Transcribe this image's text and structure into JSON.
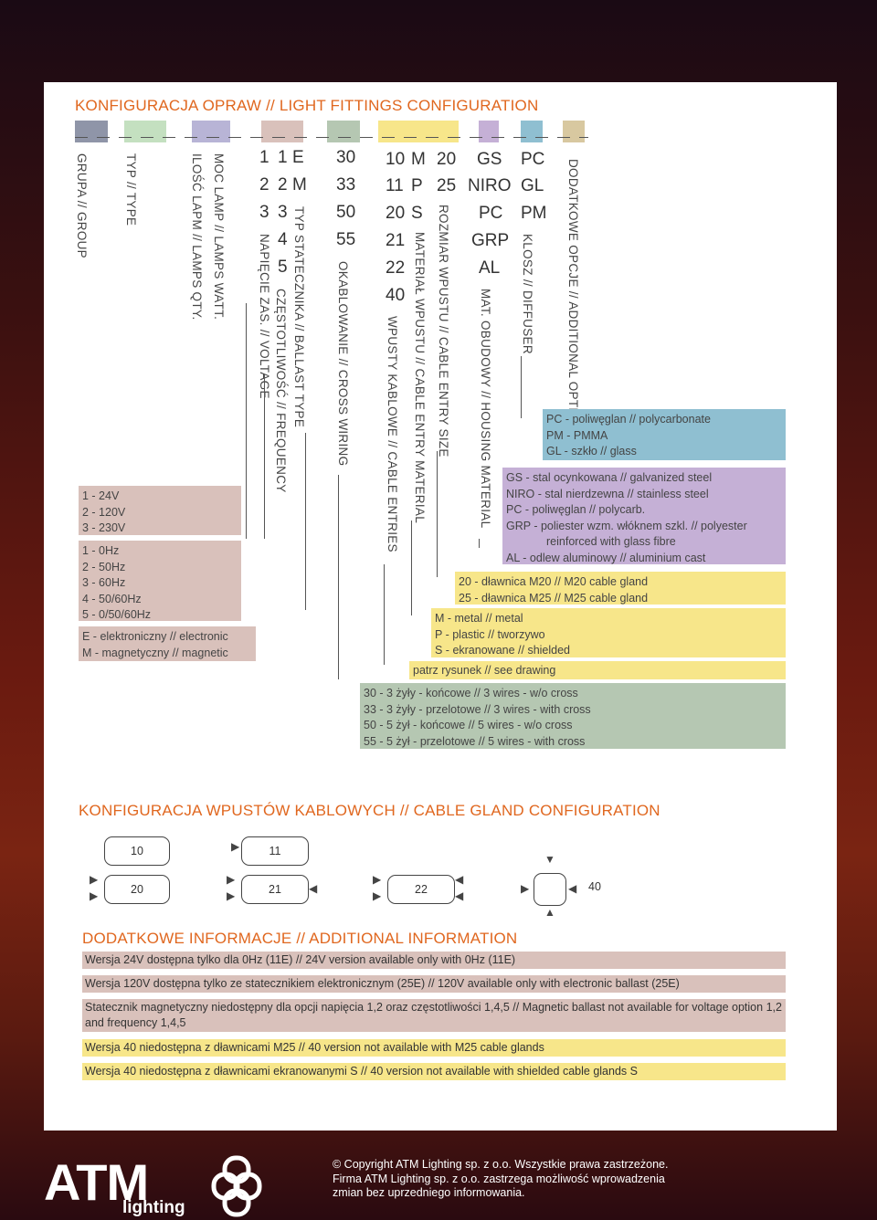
{
  "titles": {
    "config": "KONFIGURACJA OPRAW  //  LIGHT FITTINGS CONFIGURATION",
    "gland": "KONFIGURACJA WPUSTÓW KABLOWYCH  //  CABLE GLAND CONFIGURATION",
    "info": "DODATKOWE INFORMACJE  //  ADDITIONAL INFORMATION"
  },
  "vertical_labels": {
    "group": "GRUPA // GROUP",
    "type": "TYP // TYPE",
    "lamps_qty": "ILOŚĆ LAPM // LAMPS QTY.",
    "lamps_watt": "MOC LAMP // LAMPS WATT.",
    "voltage": "NAPIĘCIE ZAS. // VOLTAGE",
    "frequency": "CZĘSTOTLIWOŚĆ // FREQUENCY",
    "ballast": "TYP STATECZNIKA // BALLAST TYPE",
    "cross": "OKABLOWANIE // CROSS WIRING",
    "entries": "WPUSTY KABLOWE // CABLE ENTRIES",
    "entry_material": "MATERIAŁ WPUSTU // CABLE ENTRY MATERIAL",
    "entry_size": "ROZMIAR WPUSTU // CABLE ENTRY SIZE",
    "housing": "MAT. OBUDOWY // HOUSING MATERIAL",
    "diffuser": "KLOSZ // DIFFUSER",
    "additional": "DODATKOWE OPCJE // ADDITIONAL OPTIONS"
  },
  "codes": {
    "voltage": [
      "1",
      "2",
      "3"
    ],
    "frequency": [
      "1",
      "2",
      "3",
      "4",
      "5"
    ],
    "ballast": [
      "E",
      "M"
    ],
    "cross": [
      "30",
      "33",
      "50",
      "55"
    ],
    "entries": [
      "10",
      "11",
      "20",
      "21",
      "22",
      "40"
    ],
    "entry_material": [
      "M",
      "P",
      "S"
    ],
    "entry_size": [
      "20",
      "25"
    ],
    "housing": [
      "GS",
      "NIRO",
      "PC",
      "GRP",
      "AL"
    ],
    "diffuser": [
      "PC",
      "GL",
      "PM"
    ]
  },
  "legends": {
    "diffuser": [
      "PC - poliwęglan  //  polycarbonate",
      "PM - PMMA",
      "GL - szkło  //  glass"
    ],
    "housing": [
      "GS - stal ocynkowana  //  galvanized steel",
      "NIRO  - stal nierdzewna  //  stainless steel",
      "PC - poliwęglan  //  polycarb.",
      "GRP -  poliester wzm. włóknem szkl. // polyester",
      "reinforced with glass fibre",
      "AL - odlew aluminowy  //  aluminium cast"
    ],
    "size": [
      "20 - dławnica M20  //  M20 cable gland",
      "25 - dławnica M25  //  M25 cable gland"
    ],
    "material": [
      "M - metal  //  metal",
      "P - plastic  //  tworzywo",
      "S - ekranowane  //  shielded"
    ],
    "entries": [
      "patrz rysunek  //  see drawing"
    ],
    "cross": [
      "30 - 3 żyły - końcowe  //  3 wires - w/o cross",
      "33 - 3 żyły - przelotowe  //  3 wires - with cross",
      "50 - 5 żył - końcowe  //  5 wires - w/o cross",
      "55 - 5 żył - przelotowe  //  5 wires - with cross"
    ],
    "voltage": [
      "1 - 24V",
      "2 - 120V",
      "3 - 230V"
    ],
    "frequency": [
      "1 - 0Hz",
      "2 - 50Hz",
      "3 - 60Hz",
      "4 - 50/60Hz",
      "5 - 0/50/60Hz"
    ],
    "ballast": [
      "E - elektroniczny  //  electronic",
      "M - magnetyczny  //  magnetic"
    ]
  },
  "glands": [
    "10",
    "11",
    "20",
    "21",
    "22",
    "40"
  ],
  "notes": [
    "Wersja 24V dostępna tylko dla 0Hz (11E)  //  24V version available only with 0Hz (11E)",
    "Wersja 120V dostępna tylko ze statecznikiem elektronicznym (25E)  //  120V available only with electronic ballast (25E)",
    "Statecznik magnetyczny niedostępny dla opcji napięcia 1,2 oraz częstotliwości 1,4,5  //  Magnetic ballast not available for voltage option 1,2 and frequency 1,4,5",
    "Wersja 40 niedostępna z dławnicami M25  //  40 version not available with M25 cable glands",
    "Wersja 40 niedostępna z dławnicami ekranowanymi S  //  40 version not available with shielded cable glands S"
  ],
  "logo": {
    "brand": "ATM",
    "sub": "lighting"
  },
  "footer": [
    "© Copyright ATM Lighting sp. z o.o. Wszystkie prawa zastrzeżone.",
    "Firma ATM Lighting sp. z o.o. zastrzega możliwość wprowadzenia",
    "zmian bez uprzedniego informowania."
  ],
  "colors": {
    "pink": "#d9c1bb",
    "green": "#b5c7b2",
    "yellow": "#f7e68a",
    "purple": "#c5b0d6",
    "blue": "#8fbfd1",
    "orange": "#e0671f",
    "tan": "#d8c8a0"
  }
}
